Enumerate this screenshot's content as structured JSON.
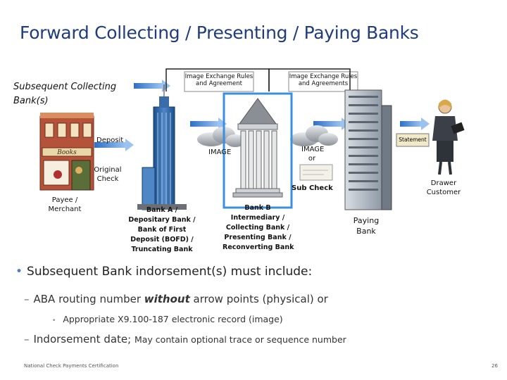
{
  "title": "Forward Collecting / Presenting / Paying Banks",
  "subsequent_label": "Subsequent Collecting Bank(s)",
  "diagram": {
    "books_sign": "Books",
    "deposit": "Deposit",
    "original_check": "Original Check",
    "payee": "Payee / Merchant",
    "bank_a": [
      "Bank A /",
      "Depositary Bank /",
      "Bank of First",
      "Deposit (BOFD) /",
      "Truncating Bank"
    ],
    "image_exchange_1": "Image Exchange Rules and Agreement",
    "image_exchange_2": "Image Exchange Rules and Agreements",
    "image_label_1": "IMAGE",
    "image_label_2a": "IMAGE",
    "image_label_2b": "or",
    "sub_check": "Sub Check",
    "bank_b": [
      "Bank B",
      "Intermediary /",
      "Collecting Bank /",
      "Presenting Bank /",
      "Reconverting Bank"
    ],
    "paying_bank": "Paying Bank",
    "statement": "Statement",
    "drawer": "Drawer Customer"
  },
  "bullets": {
    "main": "Subsequent Bank indorsement(s) must include:",
    "sub1_pre": "ABA routing number ",
    "sub1_em": "without",
    "sub1_post": " arrow points (physical) or",
    "sub1_child": "Appropriate X9.100-187 electronic record (image)",
    "sub2_pre": "Indorsement date; ",
    "sub2_post": "May contain optional trace or sequence number"
  },
  "footer": {
    "left": "National Check Payments Certification",
    "right": "26"
  },
  "colors": {
    "title": "#1f3d7a",
    "arrow": "#5b8fd6",
    "highlight_box": "#3a8fe0",
    "bullet": "#4a7fc1"
  }
}
